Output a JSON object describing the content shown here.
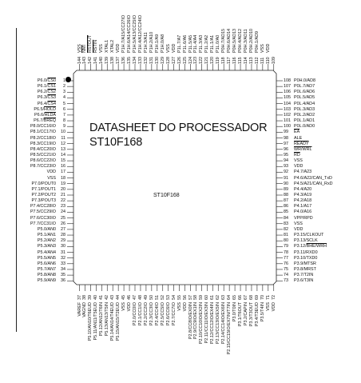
{
  "diagram": {
    "title_line1": "DATASHEET DO PROCESSADOR",
    "title_line2": "ST10F168",
    "chip_name": "ST10F168",
    "pins": {
      "left": [
        {
          "n": "1",
          "label": "P6.0/CS0",
          "bar": "CS0"
        },
        {
          "n": "2",
          "label": "P6.1/CS1",
          "bar": "CS1"
        },
        {
          "n": "3",
          "label": "P6.2/CS2",
          "bar": "CS2"
        },
        {
          "n": "4",
          "label": "P6.3/CS3",
          "bar": "CS3"
        },
        {
          "n": "5",
          "label": "P6.4/CS4",
          "bar": "CS4"
        },
        {
          "n": "6",
          "label": "P6.5/HOLD",
          "bar": "HOLD"
        },
        {
          "n": "7",
          "label": "P6.6/HLDA",
          "bar": "HLDA"
        },
        {
          "n": "8",
          "label": "P6.7/BREQ",
          "bar": "BREQ"
        },
        {
          "n": "9",
          "label": "P8.0/CC16IO"
        },
        {
          "n": "10",
          "label": "P8.1/CC17IO"
        },
        {
          "n": "11",
          "label": "P8.2/CC18IO"
        },
        {
          "n": "12",
          "label": "P8.3/CC19IO"
        },
        {
          "n": "13",
          "label": "P8.4/CC20IO"
        },
        {
          "n": "14",
          "label": "P8.5/CC21IO"
        },
        {
          "n": "15",
          "label": "P8.6/CC22IO"
        },
        {
          "n": "16",
          "label": "P8.7/CC23IO"
        },
        {
          "n": "17",
          "label": "VDD"
        },
        {
          "n": "18",
          "label": "VSS"
        },
        {
          "n": "19",
          "label": "P7.0/POUT0"
        },
        {
          "n": "20",
          "label": "P7.1/POUT1"
        },
        {
          "n": "21",
          "label": "P7.2/POUT2"
        },
        {
          "n": "22",
          "label": "P7.3/POUT3"
        },
        {
          "n": "23",
          "label": "P7.4/CC28IO"
        },
        {
          "n": "24",
          "label": "P7.5/CC29IO"
        },
        {
          "n": "25",
          "label": "P7.6/CC30IO"
        },
        {
          "n": "26",
          "label": "P7.7/CC31IO"
        },
        {
          "n": "27",
          "label": "P5.0/AN0"
        },
        {
          "n": "28",
          "label": "P5.1/AN1"
        },
        {
          "n": "29",
          "label": "P5.2/AN2"
        },
        {
          "n": "30",
          "label": "P5.3/AN3"
        },
        {
          "n": "31",
          "label": "P5.4/AN4"
        },
        {
          "n": "32",
          "label": "P5.5/AN5"
        },
        {
          "n": "33",
          "label": "P5.6/AN6"
        },
        {
          "n": "34",
          "label": "P5.7/AN7"
        },
        {
          "n": "35",
          "label": "P5.8/AN8"
        },
        {
          "n": "36",
          "label": "P5.9/AN9"
        }
      ],
      "right": [
        {
          "n": "108",
          "label": "P0H.0/AD8"
        },
        {
          "n": "107",
          "label": "P0L.7/AD7"
        },
        {
          "n": "106",
          "label": "P0L.6/AD6"
        },
        {
          "n": "105",
          "label": "P0L.5/AD5"
        },
        {
          "n": "104",
          "label": "P0L.4/AD4"
        },
        {
          "n": "103",
          "label": "P0L.3/AD3"
        },
        {
          "n": "102",
          "label": "P0L.2/AD2"
        },
        {
          "n": "101",
          "label": "P0L.1/AD1"
        },
        {
          "n": "100",
          "label": "P0L.0/AD0"
        },
        {
          "n": "99",
          "label": "EA",
          "bar": "EA"
        },
        {
          "n": "98",
          "label": "ALE"
        },
        {
          "n": "97",
          "label": "READY",
          "bar": "READY"
        },
        {
          "n": "96",
          "label": "WR/WRL",
          "bar": "WR/WRL"
        },
        {
          "n": "95",
          "label": "RD",
          "bar": "RD"
        },
        {
          "n": "94",
          "label": "VSS"
        },
        {
          "n": "93",
          "label": "VDD"
        },
        {
          "n": "92",
          "label": "P4.7/A23"
        },
        {
          "n": "91",
          "label": "P4.6/A22/CAN_TxD"
        },
        {
          "n": "90",
          "label": "P4.5/A21/CAN_RxD"
        },
        {
          "n": "89",
          "label": "P4.4/A20"
        },
        {
          "n": "88",
          "label": "P4.3/A19"
        },
        {
          "n": "87",
          "label": "P4.2/A18"
        },
        {
          "n": "86",
          "label": "P4.1/A17"
        },
        {
          "n": "85",
          "label": "P4.0/A16"
        },
        {
          "n": "84",
          "label": "VPP/RPD"
        },
        {
          "n": "83",
          "label": "VSS"
        },
        {
          "n": "82",
          "label": "VDD"
        },
        {
          "n": "81",
          "label": "P3.15/CLKOUT"
        },
        {
          "n": "80",
          "label": "P3.13/SCLK"
        },
        {
          "n": "79",
          "label": "P3.12/BHE/WRH",
          "bar": "BHE/WRH"
        },
        {
          "n": "78",
          "label": "P3.11/RXD0"
        },
        {
          "n": "77",
          "label": "P3.10/TXD0"
        },
        {
          "n": "76",
          "label": "P3.9/MTSR"
        },
        {
          "n": "75",
          "label": "P3.8/MRST"
        },
        {
          "n": "74",
          "label": "P3.7/T2IN"
        },
        {
          "n": "73",
          "label": "P3.6/T3IN"
        }
      ],
      "top": [
        {
          "n": "144",
          "label": "VSS"
        },
        {
          "n": "143",
          "label": "NMI",
          "bar": "NMI"
        },
        {
          "n": "142",
          "label": "RSTOUT",
          "bar": "RSTOUT"
        },
        {
          "n": "141",
          "label": "RSTIN",
          "bar": "RSTIN"
        },
        {
          "n": "140",
          "label": "VSS"
        },
        {
          "n": "139",
          "label": "XTAL1"
        },
        {
          "n": "138",
          "label": "XTAL2"
        },
        {
          "n": "137",
          "label": "VDD"
        },
        {
          "n": "136",
          "label": "P1H.7/A15/CC27IO"
        },
        {
          "n": "135",
          "label": "P1H.6/A14/CC26IO"
        },
        {
          "n": "134",
          "label": "P1H.5/A13/CC25IO"
        },
        {
          "n": "133",
          "label": "P1H.4/A12/CC24IO"
        },
        {
          "n": "132",
          "label": "P1H.3/A11"
        },
        {
          "n": "131",
          "label": "P1H.2/A10"
        },
        {
          "n": "130",
          "label": "P1H.1/A9"
        },
        {
          "n": "129",
          "label": "P1H.0/A8"
        },
        {
          "n": "128",
          "label": "VSS"
        },
        {
          "n": "127",
          "label": "VDD"
        },
        {
          "n": "126",
          "label": "P1L.7/A7"
        },
        {
          "n": "125",
          "label": "P1L.6/A6"
        },
        {
          "n": "124",
          "label": "P1L.5/A5"
        },
        {
          "n": "123",
          "label": "P1L.4/A4"
        },
        {
          "n": "122",
          "label": "P1L.3/A3"
        },
        {
          "n": "121",
          "label": "P1L.2/A2"
        },
        {
          "n": "120",
          "label": "P1L.1/A1"
        },
        {
          "n": "119",
          "label": "P1L.0/A0"
        },
        {
          "n": "118",
          "label": "P0H.7/AD15"
        },
        {
          "n": "117",
          "label": "P0H.6/AD14"
        },
        {
          "n": "116",
          "label": "P0H.5/AD13"
        },
        {
          "n": "115",
          "label": "P0H.4/AD12"
        },
        {
          "n": "114",
          "label": "P0H.3/AD11"
        },
        {
          "n": "113",
          "label": "P0H.2/AD10"
        },
        {
          "n": "112",
          "label": "P0H.1/AD9"
        },
        {
          "n": "111",
          "label": "VSS"
        },
        {
          "n": "110",
          "label": "VDD"
        },
        {
          "n": "109",
          "label": ""
        }
      ],
      "bottom": [
        {
          "n": "37",
          "label": "VAREF"
        },
        {
          "n": "38",
          "label": "VAGND"
        },
        {
          "n": "39",
          "label": "P5.10/AN10/T6EUD"
        },
        {
          "n": "40",
          "label": "P5.11/AN11/T5EUD"
        },
        {
          "n": "41",
          "label": "P5.12/AN12/T6IN"
        },
        {
          "n": "42",
          "label": "P5.13/AN13/T5IN"
        },
        {
          "n": "43",
          "label": "P5.14/AN14/T4EUD"
        },
        {
          "n": "44",
          "label": "P5.15/AN15/T2EUD"
        },
        {
          "n": "45",
          "label": "VSS"
        },
        {
          "n": "46",
          "label": "VDD"
        },
        {
          "n": "47",
          "label": "P2.0/CC0IO"
        },
        {
          "n": "48",
          "label": "P2.1/CC1IO"
        },
        {
          "n": "49",
          "label": "P2.2/CC2IO"
        },
        {
          "n": "50",
          "label": "P2.3/CC3IO"
        },
        {
          "n": "51",
          "label": "P2.4/CC4IO"
        },
        {
          "n": "52",
          "label": "P2.5/CC5IO"
        },
        {
          "n": "53",
          "label": "P2.6/CC6IO"
        },
        {
          "n": "54",
          "label": "P2.7/CC7IO"
        },
        {
          "n": "55",
          "label": "VSS"
        },
        {
          "n": "56",
          "label": "VDD"
        },
        {
          "n": "57",
          "label": "P2.8/CC8IO/EX0IN"
        },
        {
          "n": "58",
          "label": "P2.9/CC9IO/EX1IN"
        },
        {
          "n": "59",
          "label": "P2.10/CC10IO/EX2IN"
        },
        {
          "n": "60",
          "label": "P2.11/CC11IO/EX3IN"
        },
        {
          "n": "61",
          "label": "P2.12/CC12IO/EX4IN"
        },
        {
          "n": "62",
          "label": "P2.13/CC13IO/EX5IN"
        },
        {
          "n": "63",
          "label": "P2.14/CC14IO/EX6IN"
        },
        {
          "n": "64",
          "label": "P2.15/CC15IO/EX7IN/T7IN"
        },
        {
          "n": "65",
          "label": "P3.0/T0IN"
        },
        {
          "n": "66",
          "label": "P3.1/T6OUT"
        },
        {
          "n": "67",
          "label": "P3.2/CAPIN"
        },
        {
          "n": "68",
          "label": "P3.3/T3OUT"
        },
        {
          "n": "69",
          "label": "P3.4/T3EUD"
        },
        {
          "n": "70",
          "label": "P3.5/T4IN"
        },
        {
          "n": "71",
          "label": "VSS"
        },
        {
          "n": "72",
          "label": "VDD"
        }
      ]
    }
  }
}
